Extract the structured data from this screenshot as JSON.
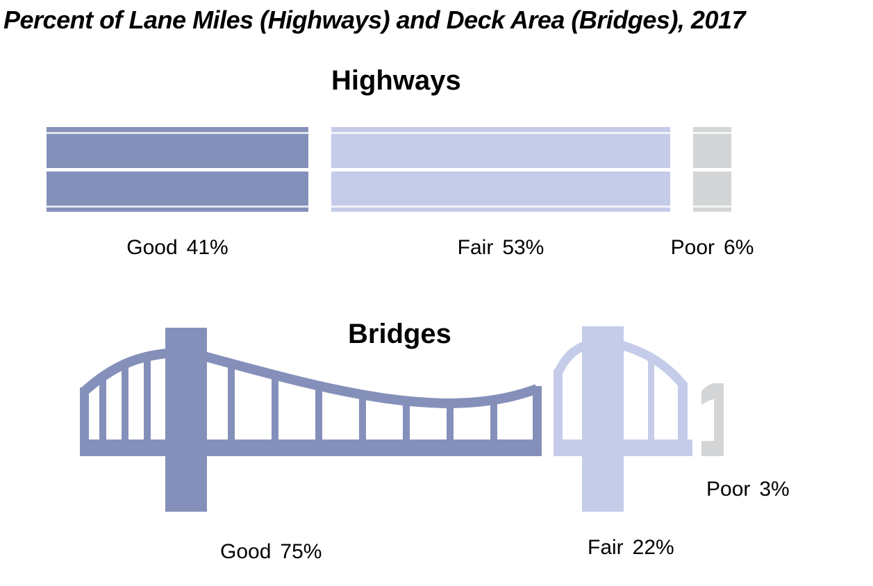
{
  "title": "Percent of Lane Miles (Highways) and Deck Area (Bridges), 2017",
  "colors": {
    "good": "#8590BA",
    "fair": "#C5CCE9",
    "poor": "#D4D5D7",
    "road_center_line": "#FFFFFF",
    "text": "#000000",
    "background": "#FFFFFF"
  },
  "highways": {
    "heading": "Highways",
    "segments": [
      {
        "condition": "Good",
        "value": "41%"
      },
      {
        "condition": "Fair",
        "value": "53%"
      },
      {
        "condition": "Poor",
        "value": "6%"
      }
    ]
  },
  "bridges": {
    "heading": "Bridges",
    "segments": [
      {
        "condition": "Good",
        "value": "75%"
      },
      {
        "condition": "Fair",
        "value": "22%"
      },
      {
        "condition": "Poor",
        "value": "3%"
      }
    ]
  },
  "chart_data": [
    {
      "type": "bar",
      "title": "Highways",
      "measure": "Percent of Lane Miles, 2017",
      "categories": [
        "Good",
        "Fair",
        "Poor"
      ],
      "values": [
        41,
        53,
        6
      ],
      "unit": "%",
      "orientation": "horizontal-proportional-pictograph",
      "colors": [
        "#8590BA",
        "#C5CCE9",
        "#D4D5D7"
      ],
      "legend_position": "below-each-segment",
      "grid": false
    },
    {
      "type": "bar",
      "title": "Bridges",
      "measure": "Percent of Deck Area, 2017",
      "categories": [
        "Good",
        "Fair",
        "Poor"
      ],
      "values": [
        75,
        22,
        3
      ],
      "unit": "%",
      "orientation": "horizontal-proportional-pictograph",
      "colors": [
        "#8590BA",
        "#C5CCE9",
        "#D4D5D7"
      ],
      "legend_position": "below-each-segment",
      "grid": false
    }
  ]
}
